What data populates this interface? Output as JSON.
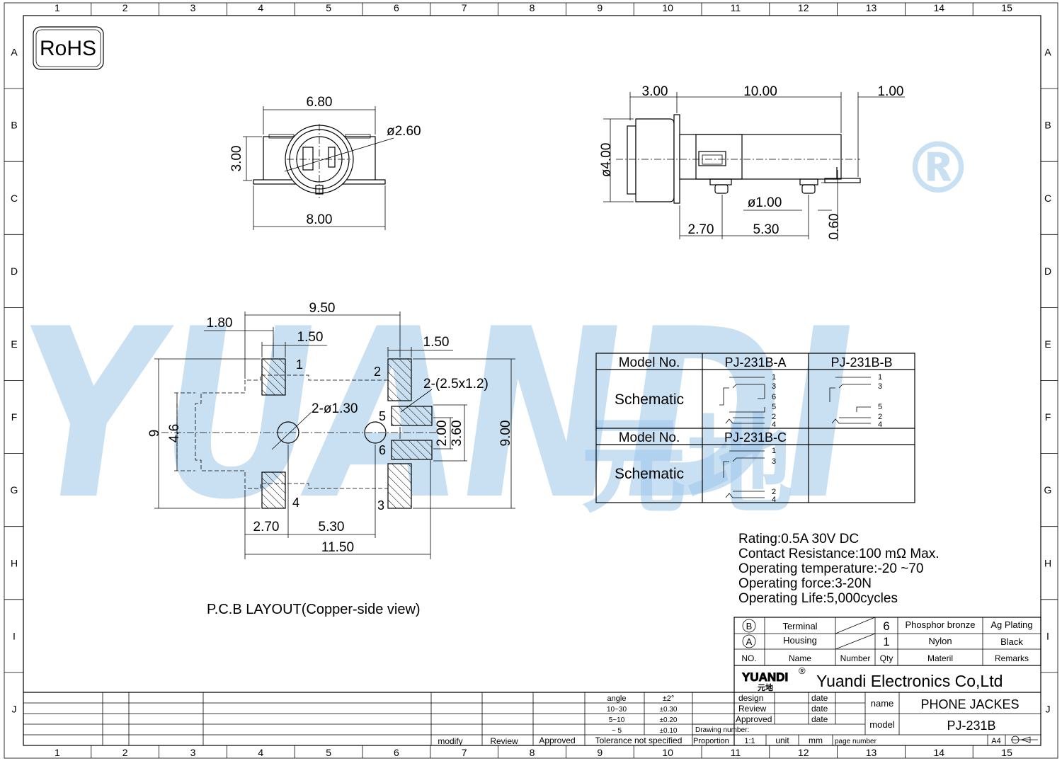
{
  "sheet": {
    "columns": [
      "1",
      "2",
      "3",
      "4",
      "5",
      "6",
      "7",
      "8",
      "9",
      "10",
      "11",
      "12",
      "13",
      "14",
      "15"
    ],
    "rows": [
      "A",
      "B",
      "C",
      "D",
      "E",
      "F",
      "G",
      "H",
      "I",
      "J"
    ]
  },
  "rohs": "RoHS",
  "watermark": {
    "text": "YUANDI",
    "cn": "元地",
    "registered": "®"
  },
  "front_view": {
    "width_top": "6.80",
    "hole": "ø2.60",
    "height": "3.00",
    "width_bottom": "8.00"
  },
  "side_view": {
    "d1": "3.00",
    "d2": "10.00",
    "d3": "1.00",
    "diam": "ø4.00",
    "pin_diam": "ø1.00",
    "d4": "2.70",
    "d5": "5.30",
    "d6": "0.60"
  },
  "pcb": {
    "d_950": "9.50",
    "d_180": "1.80",
    "d_150a": "1.50",
    "d_150b": "1.50",
    "pad_spec": "2-(2.5x1.2)",
    "hole_spec": "2-ø1.30",
    "d_9": "9",
    "d_46": "4.6",
    "d_200": "2.00",
    "d_360": "3.60",
    "d_900": "9.00",
    "d_270": "2.70",
    "d_530": "5.30",
    "d_1150": "11.50",
    "pins": [
      "1",
      "2",
      "3",
      "4",
      "5",
      "6"
    ],
    "caption": "P.C.B LAYOUT(Copper-side view)"
  },
  "schematic_table": {
    "model_label": "Model No.",
    "schematic_label": "Schematic",
    "model_a": "PJ-231B-A",
    "model_b": "PJ-231B-B",
    "model_c": "PJ-231B-C",
    "a_pins": [
      "1",
      "3",
      "6",
      "5",
      "2",
      "4"
    ],
    "b_pins": [
      "1",
      "3",
      "5",
      "2",
      "4"
    ],
    "c_pins": [
      "1",
      "3",
      "2",
      "4"
    ]
  },
  "specs": [
    "Rating:0.5A 30V DC",
    "Contact Resistance:100 mΩ Max.",
    "Operating temperature:-20 ~70",
    "Operating force:3-20N",
    "Operating Life:5,000cycles"
  ],
  "bom": {
    "rows": [
      {
        "no": "B",
        "name": "Terminal",
        "qty": "6",
        "material": "Phosphor bronze",
        "remarks": "Ag Plating"
      },
      {
        "no": "A",
        "name": "Housing",
        "qty": "1",
        "material": "Nylon",
        "remarks": "Black"
      }
    ],
    "headers": {
      "no": "NO.",
      "name": "Name",
      "number": "Number",
      "qty": "Qty",
      "material": "Materil",
      "remarks": "Remarks"
    }
  },
  "title_block": {
    "logo": "YUANDI",
    "logo_cn": "元地",
    "company": "Yuandi Electronics Co,Ltd",
    "design": "design",
    "review": "Review",
    "approved": "Approved",
    "date": "date",
    "name_label": "name",
    "name_value": "PHONE JACKES",
    "model_label": "model",
    "model_value": "PJ-231B",
    "drawing_number": "Drawing number:",
    "proportion": "Proportion",
    "proportion_value": "1:1",
    "unit": "unit",
    "unit_value": "mm",
    "page_number": "page number",
    "size": "A4",
    "tol_angle": "angle",
    "tol_angle_v": "±2°",
    "tol_1": "10~30",
    "tol_1v": "±0.30",
    "tol_2": "5~10",
    "tol_2v": "±0.20",
    "tol_3": "~ 5",
    "tol_3v": "±0.10",
    "tol_label": "Tolerance not specified",
    "modify": "modify",
    "review_bottom": "Review",
    "approved_bottom": "Approved"
  }
}
